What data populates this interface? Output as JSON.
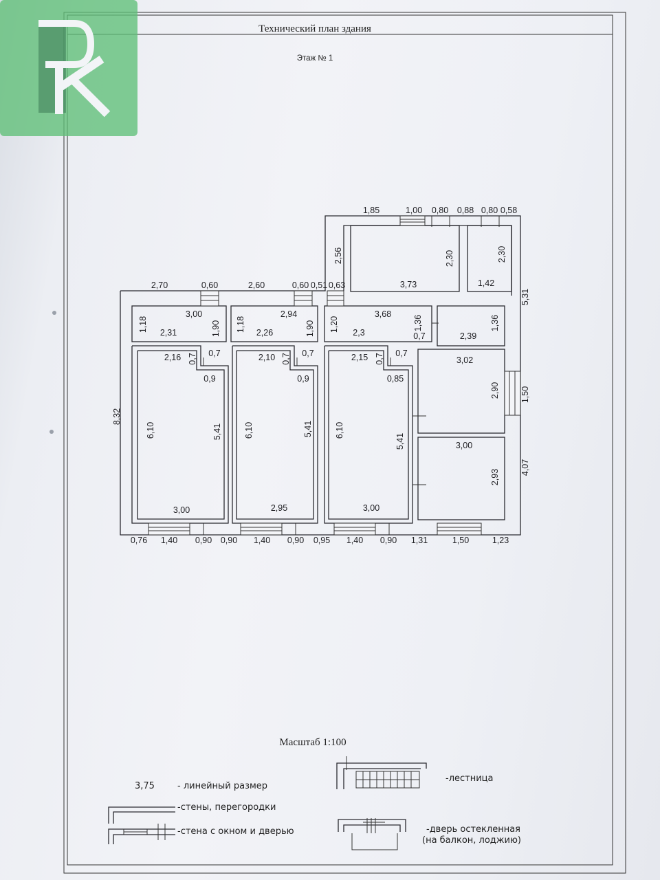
{
  "header": {
    "title": "Технический план здания",
    "floor": "Этаж № 1"
  },
  "dimensions": {
    "top_upper": [
      "1,85",
      "1,00",
      "0,80",
      "0,88",
      "0,80",
      "0,58"
    ],
    "top_lower": [
      "2,70",
      "0,60",
      "2,60",
      "0,60",
      "0,51",
      "0,63"
    ],
    "bottom": [
      "0,76",
      "1,40",
      "0,90",
      "0,90",
      "1,40",
      "0,90",
      "0,95",
      "1,40",
      "0,90",
      "1,31",
      "1,50",
      "1,23"
    ],
    "left": "8,32",
    "left_annex": "2,56",
    "right": [
      "5,31",
      "1,50",
      "4,07"
    ]
  },
  "rooms": {
    "annex_big": [
      "3,73",
      "2,30"
    ],
    "annex_small": [
      "2,30",
      "1,42"
    ],
    "bath1": [
      "3,00",
      "1,18",
      "2,31",
      "1,90"
    ],
    "bath2": [
      "2,94",
      "1,18",
      "2,26",
      "1,90"
    ],
    "bath3": [
      "3,68",
      "1,20",
      "2,3",
      "1,36"
    ],
    "small_right": [
      "1,36",
      "2,39",
      "0,7"
    ],
    "hall1": [
      "2,16",
      "0,7",
      "0,7",
      "0,9"
    ],
    "hall2": [
      "2,10",
      "0,7",
      "0,7",
      "0,9"
    ],
    "hall3": [
      "2,15",
      "0,7",
      "0,7",
      "0,85"
    ],
    "room1": [
      "6,10",
      "5,41",
      "3,00"
    ],
    "room2": [
      "6,10",
      "5,41",
      "2,95"
    ],
    "room3": [
      "6,10",
      "5,41",
      "3,00"
    ],
    "room_r1": [
      "3,02",
      "2,90"
    ],
    "room_r2": [
      "3,00",
      "2,93"
    ]
  },
  "logo": {
    "letters": "РК",
    "color": "#5fbf77"
  },
  "scale": "Масштаб 1:100",
  "legend": {
    "dim_sample": "3,75",
    "dim_label": "- линейный размер",
    "walls": "-стены, перегородки",
    "window_door": "-стена с окном и дверью",
    "stairs": "-лестница",
    "glazed_door": "-дверь остекленная",
    "glazed_door_note": "(на балкон, лоджию)"
  }
}
